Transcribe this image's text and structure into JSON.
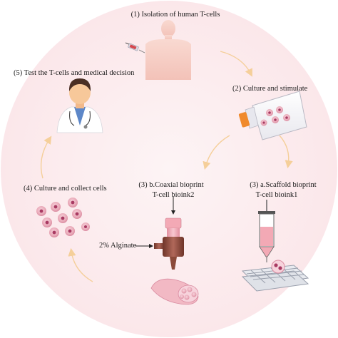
{
  "steps": {
    "step1": "(1) Isolation of human T-cells",
    "step2": "(2) Culture and stimulate",
    "step3a_line1": "(3) a.Scaffold bioprint",
    "step3a_line2": "T-cell bioink1",
    "step3b_line1": "(3) b.Coaxial bioprint",
    "step3b_line2": "T-cell bioink2",
    "step4": "(4) Culture and collect cells",
    "step5": "(5) Test the T-cells and medical decision"
  },
  "annotations": {
    "alginate": "2% Alginate"
  },
  "colors": {
    "background_circle": "#fdf0f1",
    "skin": "#f6cfc6",
    "arrow": "#f5cf9a",
    "cell_pink": "#e9a9b8",
    "cell_nucleus": "#a83a62",
    "flask_cap": "#f08a2c",
    "bioink": "#f3a9b5",
    "doctor_coat": "#ffffff",
    "doctor_skin": "#f7c89a",
    "doctor_hair": "#4a2f24",
    "nozzle_brown": "#8b4a3a"
  },
  "icons": [
    "human-body-icon",
    "syringe-icon",
    "doctor-icon",
    "culture-flask-icon",
    "cells-cluster-icon",
    "coaxial-nozzle-icon",
    "scaffold-syringe-icon",
    "scaffold-grid-icon",
    "fiber-bundle-icon"
  ]
}
